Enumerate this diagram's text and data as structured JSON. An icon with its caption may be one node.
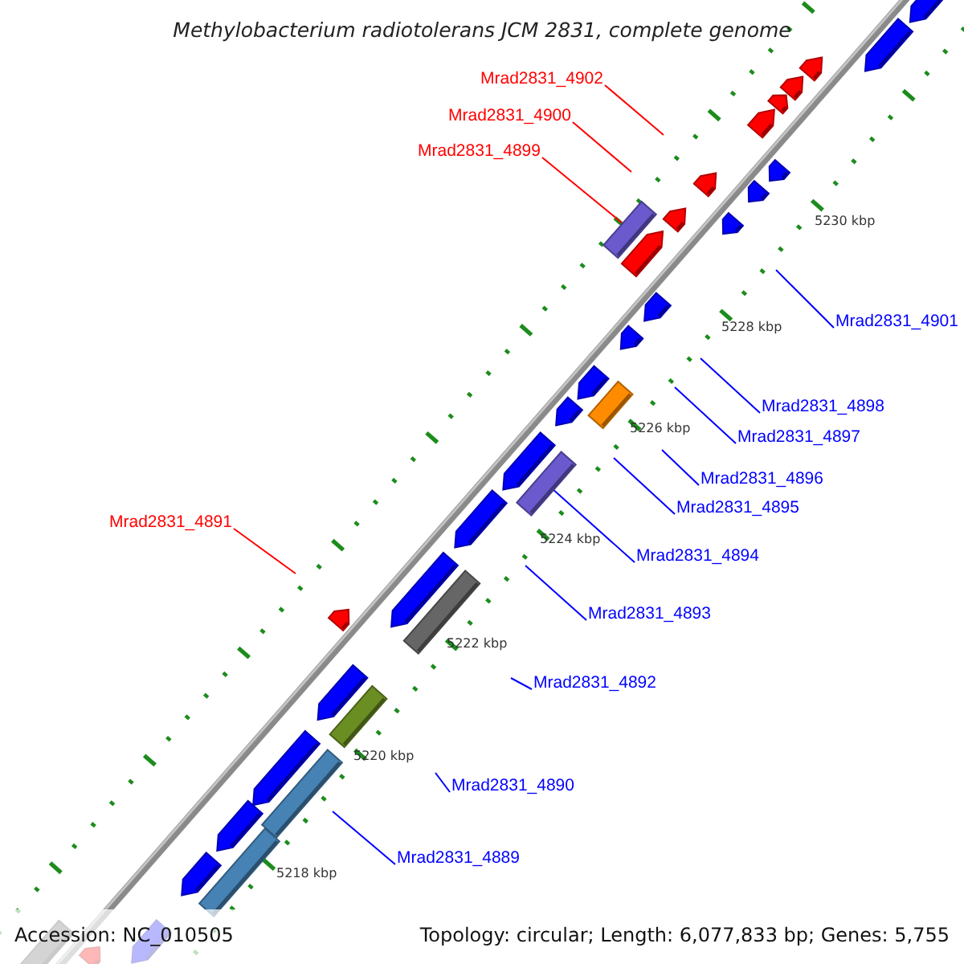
{
  "diagram": {
    "title": "Methylobacterium radiotolerans JCM 2831, complete genome",
    "nodes": [
      {
        "text": [
          "Mrad2831_4902"
        ]
      },
      {
        "text": [
          "Mrad2831_4900"
        ]
      },
      {
        "text": [
          "Mrad2831_4899"
        ]
      },
      {
        "text": [
          "Mrad2831_4901"
        ]
      },
      {
        "text": [
          "Mrad2831_4898"
        ]
      },
      {
        "text": [
          "Mrad2831_4897"
        ]
      },
      {
        "text": [
          "Mrad2831_4896"
        ]
      },
      {
        "text": [
          "Mrad2831_4895"
        ]
      },
      {
        "text": [
          "Mrad2831_4894"
        ]
      },
      {
        "text": [
          "Mrad2831_4891"
        ]
      },
      {
        "text": [
          "Mrad2831_4893"
        ]
      },
      {
        "text": [
          "Mrad2831_4892"
        ]
      },
      {
        "text": [
          "Mrad2831_4890"
        ]
      },
      {
        "text": [
          "Mrad2831_4889"
        ]
      },
      {
        "text": [],
        "shape": "box"
      },
      {
        "text": [],
        "shape": "box"
      }
    ],
    "edges": [
      {
        "from": 0,
        "to": null,
        "arrow": "none",
        "color": "#ff0000"
      },
      {
        "from": 1,
        "to": null,
        "arrow": "none",
        "color": "#ff0000"
      },
      {
        "from": 2,
        "to": 14,
        "arrow": "none",
        "color": "#ff0000"
      },
      {
        "from": 3,
        "to": null,
        "arrow": "none"
      },
      {
        "from": 4,
        "to": null,
        "arrow": "none"
      },
      {
        "from": 5,
        "to": null,
        "arrow": "none"
      },
      {
        "from": 6,
        "to": null,
        "arrow": "none"
      },
      {
        "from": 7,
        "to": null,
        "arrow": "none"
      },
      {
        "from": 8,
        "to": 15,
        "arrow": "none"
      },
      {
        "from": 9,
        "to": null,
        "arrow": "none",
        "color": "#ff0000"
      },
      {
        "from": 10,
        "to": null,
        "arrow": "none"
      },
      {
        "from": 11,
        "to": null,
        "arrow": "none"
      },
      {
        "from": 12,
        "to": null,
        "arrow": "none"
      },
      {
        "from": 13,
        "to": null,
        "arrow": "none"
      }
    ],
    "labels": [
      "5230 kbp",
      "5228 kbp",
      "5226 kbp",
      "5224 kbp",
      "5222 kbp",
      "5220 kbp",
      "5218 kbp",
      "Accession: NC_010505",
      "Topology: circular; Length: 6,077,833 bp; Genes: 5,755"
    ]
  }
}
